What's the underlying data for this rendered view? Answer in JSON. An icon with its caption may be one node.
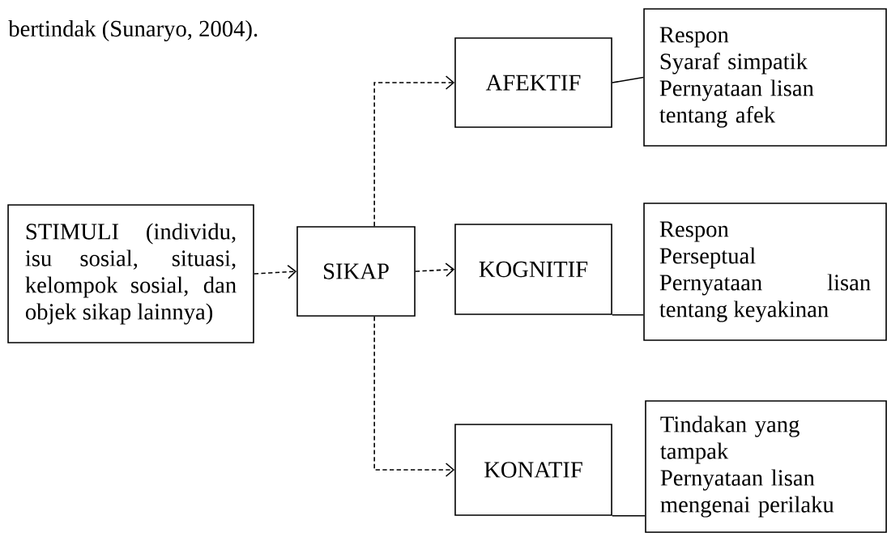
{
  "diagram": {
    "nodes": [
      {
        "text": [
          "STIMULI (individu, isu sosial, situasi, kelompok sosial, dan objek sikap lainnya)"
        ]
      },
      {
        "text": [
          "SIKAP"
        ]
      },
      {
        "text": [
          "AFEKTIF"
        ]
      },
      {
        "text": [
          "Respon",
          "Syaraf simpatik",
          "Pernyataan lisan tentang afek"
        ]
      },
      {
        "text": [
          "KOGNITIF"
        ]
      },
      {
        "text": [
          "Respon",
          "Perseptual",
          "Pernyataan lisan tentang keyakinan"
        ]
      },
      {
        "text": [
          "KONATIF"
        ]
      },
      {
        "text": [
          "Tindakan yang tampak",
          "Pernyataan lisan mengenai perilaku"
        ]
      }
    ],
    "edges": [
      {
        "from": 0,
        "to": 1,
        "arrow": "to",
        "style": "dashed"
      },
      {
        "from": 1,
        "to": 4,
        "arrow": "to",
        "style": "dashed"
      },
      {
        "from": 1,
        "to": 2,
        "arrow": "to",
        "style": "dashed"
      },
      {
        "from": 1,
        "to": 6,
        "arrow": "to",
        "style": "dashed"
      },
      {
        "from": 2,
        "to": 3,
        "arrow": "none"
      },
      {
        "from": 4,
        "to": 5,
        "arrow": "none"
      },
      {
        "from": 6,
        "to": 7,
        "arrow": "none"
      }
    ],
    "labels": [
      "bertindak (Sunaryo, 2004)."
    ]
  }
}
